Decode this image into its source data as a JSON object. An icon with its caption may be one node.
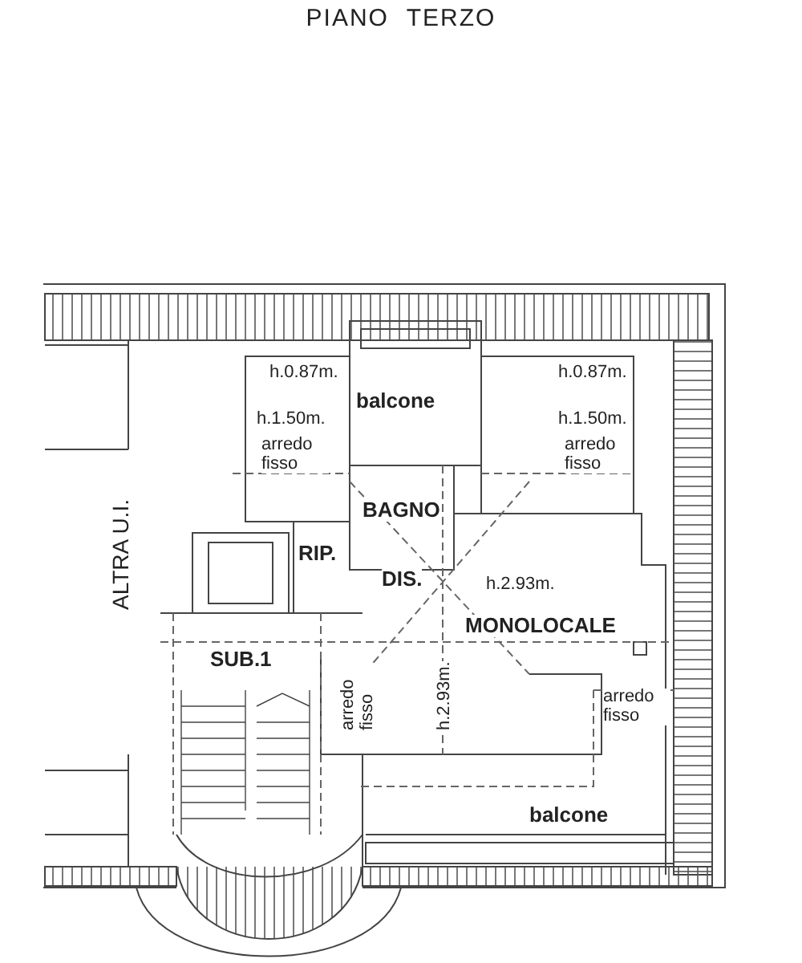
{
  "diagram": {
    "title": "PIANO TERZO",
    "labels": [
      "h.0.87m.",
      "balcone",
      "h.0.87m.",
      "h.1.50m.",
      "arredo fisso",
      "h.1.50m.",
      "arredo fisso",
      "BAGNO",
      "RIP.",
      "DIS.",
      "h.2.93m.",
      "ALTRA U.I.",
      "MONOLOCALE",
      "SUB.1",
      "arredo fisso",
      "h.2.93m.",
      "arredo fisso",
      "balcone"
    ]
  }
}
